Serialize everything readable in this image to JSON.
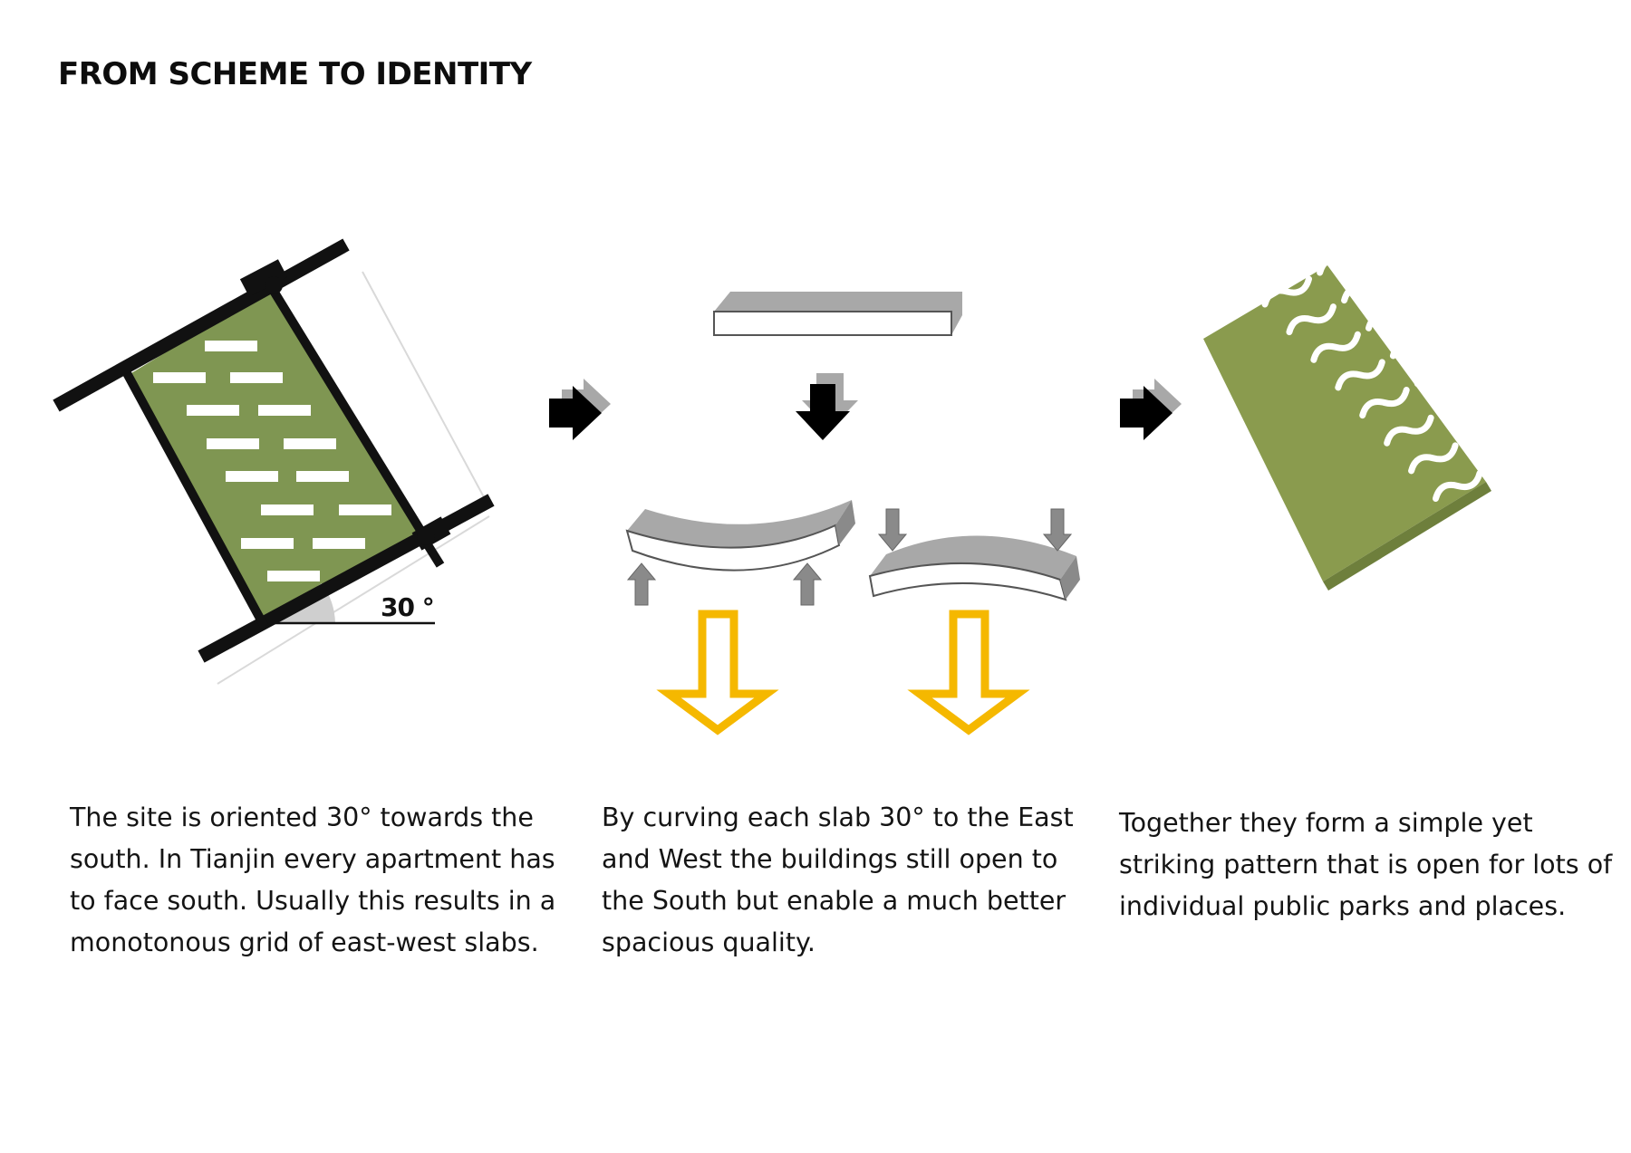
{
  "title": "FROM SCHEME TO IDENTITY",
  "angle_label": "30 °",
  "captions": [
    "The site is oriented 30° towards the south. In Tianjin every apartment has to face south. Usually this results in a monotonous grid of east-west slabs.",
    "By curving each slab 30° to the East and West the buildings still open to the South but enable a much better spacious quality.",
    "Together they form a simple yet striking pattern that is open for lots of individual public parks and places."
  ],
  "colors": {
    "site_green": "#7f9652",
    "road": "#111111",
    "slab_white": "#ffffff",
    "slab_shadow": "#a8a8a8",
    "force_arrow": "#8a8a8a",
    "step_arrow": "#000000",
    "result_arrow": "#f5b800"
  }
}
